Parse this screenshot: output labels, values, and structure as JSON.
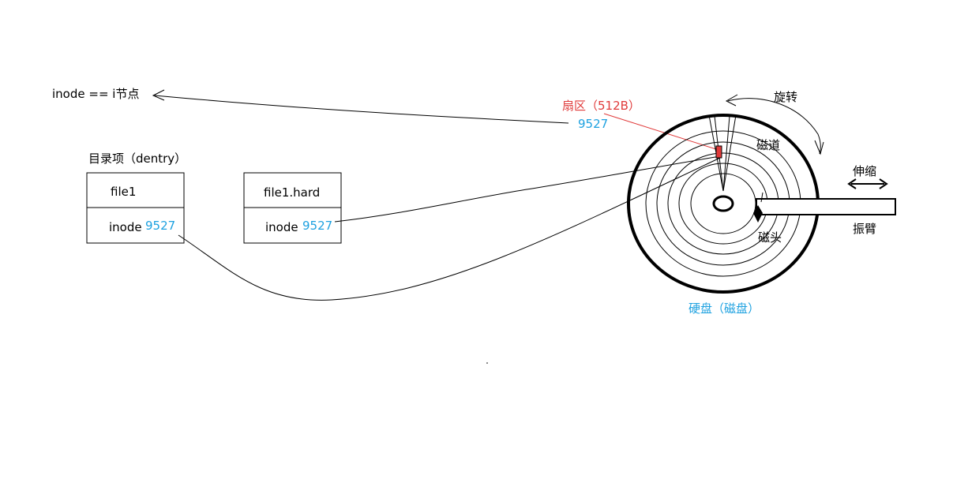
{
  "inode_label": "inode == i节点",
  "dentry_label": "目录项（dentry）",
  "entries": [
    {
      "name": "file1",
      "inode_label": "inode",
      "inode_number": "9527"
    },
    {
      "name": "file1.hard",
      "inode_label": "inode",
      "inode_number": "9527"
    }
  ],
  "disk": {
    "sector_label": "扇区（512B）",
    "sector_inode": "9527",
    "rotate_label": "旋转",
    "track_label": "磁道",
    "stretch_label": "伸缩",
    "arm_label": "振臂",
    "head_label": "磁头",
    "disk_label": "硬盘（磁盘）"
  },
  "colors": {
    "blue": "#1da1e0",
    "red": "#e03a3a",
    "ink": "#000000"
  }
}
